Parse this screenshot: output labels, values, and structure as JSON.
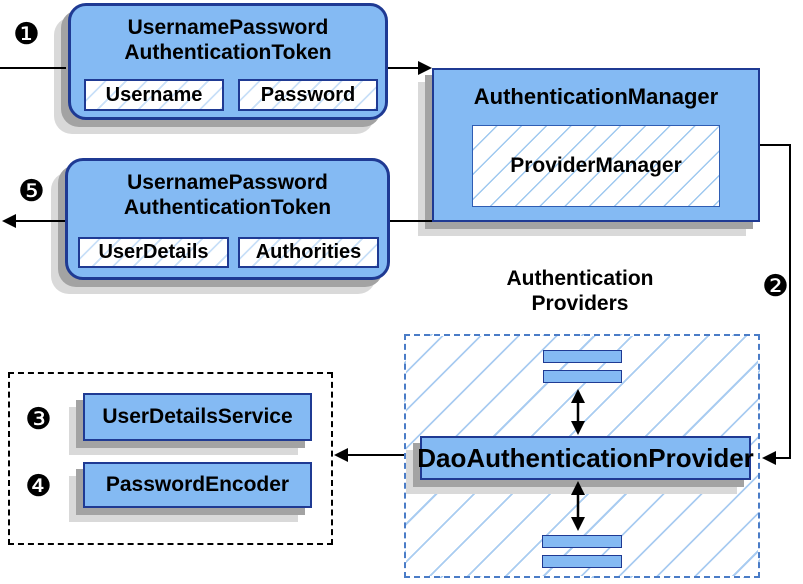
{
  "colors": {
    "box_fill": "#84baf3",
    "box_border": "#1f3a93",
    "hatch_line": "#a9ccf1",
    "dashed_border": "#4a7cc7",
    "shadow_dark": "#a3a3a3",
    "shadow_light": "#d9d9d9",
    "line": "#000000"
  },
  "markers": {
    "step1": "❶",
    "step2": "❷",
    "step3": "❸",
    "step4": "❹",
    "step5": "❺"
  },
  "request_token": {
    "title_line1": "UsernamePassword",
    "title_line2": "AuthenticationToken",
    "field1": "Username",
    "field2": "Password"
  },
  "auth_manager": {
    "title": "AuthenticationManager",
    "inner": "ProviderManager"
  },
  "result_token": {
    "title_line1": "UsernamePassword",
    "title_line2": "AuthenticationToken",
    "field1": "UserDetails",
    "field2": "Authorities"
  },
  "providers": {
    "heading_line1": "Authentication",
    "heading_line2": "Providers",
    "dao": "DaoAuthenticationProvider"
  },
  "services": {
    "user_details_service": "UserDetailsService",
    "password_encoder": "PasswordEncoder"
  }
}
